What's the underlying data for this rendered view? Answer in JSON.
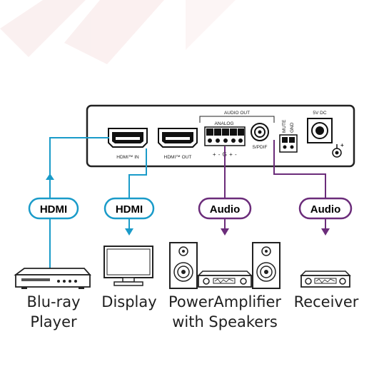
{
  "colors": {
    "hdmi_line": "#1a9bc9",
    "audio_line": "#6b2c7a",
    "device_outline": "#222222",
    "watermark": "#f6dede"
  },
  "panel": {
    "audio_out_label": "AUDIO OUT",
    "analog_label": "ANALOG",
    "analog_pins": "+ - G + -",
    "spdif_label": "S/PDIF",
    "mute_label": "MUTE",
    "gnd_label": "GND",
    "power_label": "5V DC",
    "hdmi_in_label": "HDMI™ IN",
    "hdmi_out_label": "HDMI™ OUT"
  },
  "connections": [
    {
      "label": "HDMI",
      "type": "hdmi"
    },
    {
      "label": "HDMI",
      "type": "hdmi"
    },
    {
      "label": "Audio",
      "type": "audio"
    },
    {
      "label": "Audio",
      "type": "audio"
    }
  ],
  "devices": [
    {
      "line1": "Blu-ray",
      "line2": "Player",
      "icon": "bluray-player-icon"
    },
    {
      "line1": "Display",
      "line2": "",
      "icon": "display-icon"
    },
    {
      "line1": "PowerAmplifier",
      "line2": "with Speakers",
      "icon": "amplifier-speakers-icon"
    },
    {
      "line1": "Receiver",
      "line2": "",
      "icon": "receiver-icon"
    }
  ]
}
